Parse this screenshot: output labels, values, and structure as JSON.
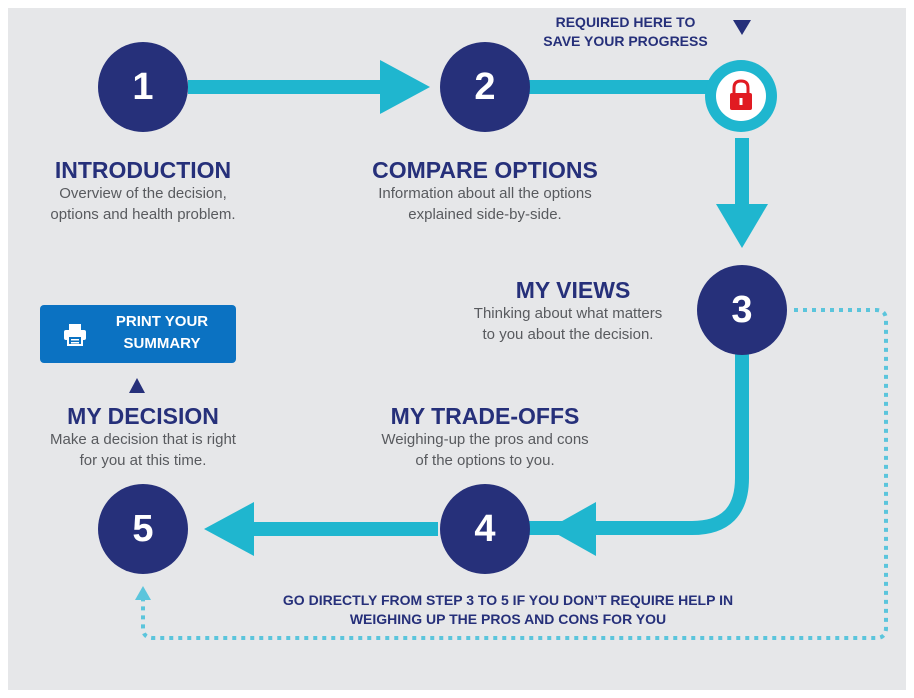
{
  "steps": [
    {
      "number": "1",
      "title": "INTRODUCTION",
      "description": [
        "Overview of the decision,",
        "options and health problem."
      ]
    },
    {
      "number": "2",
      "title": "COMPARE OPTIONS",
      "description": [
        "Information about all the options",
        "explained side-by-side."
      ]
    },
    {
      "number": "3",
      "title": "MY VIEWS",
      "description": [
        "Thinking about what matters",
        "to you about the decision."
      ]
    },
    {
      "number": "4",
      "title": "MY TRADE-OFFS",
      "description": [
        "Weighing-up the pros and cons",
        "of the options to you."
      ]
    },
    {
      "number": "5",
      "title": "MY DECISION",
      "description": [
        "Make a decision that is right",
        "for you at this time."
      ]
    }
  ],
  "save_note": [
    "REQUIRED HERE TO",
    "SAVE YOUR PROGRESS"
  ],
  "print_button": [
    "PRINT YOUR",
    "SUMMARY"
  ],
  "skip_note": [
    "GO DIRECTLY FROM STEP 3 TO 5 IF YOU DON’T REQUIRE HELP IN",
    "WEIGHING UP THE PROS AND CONS FOR YOU"
  ],
  "icons": {
    "lock": "lock-icon",
    "printer": "printer-icon"
  },
  "colors": {
    "circle": "#26307a",
    "arrow": "#1fb6cf",
    "lock": "#e11b22",
    "button": "#0b72c2",
    "background": "#e6e7e9"
  }
}
